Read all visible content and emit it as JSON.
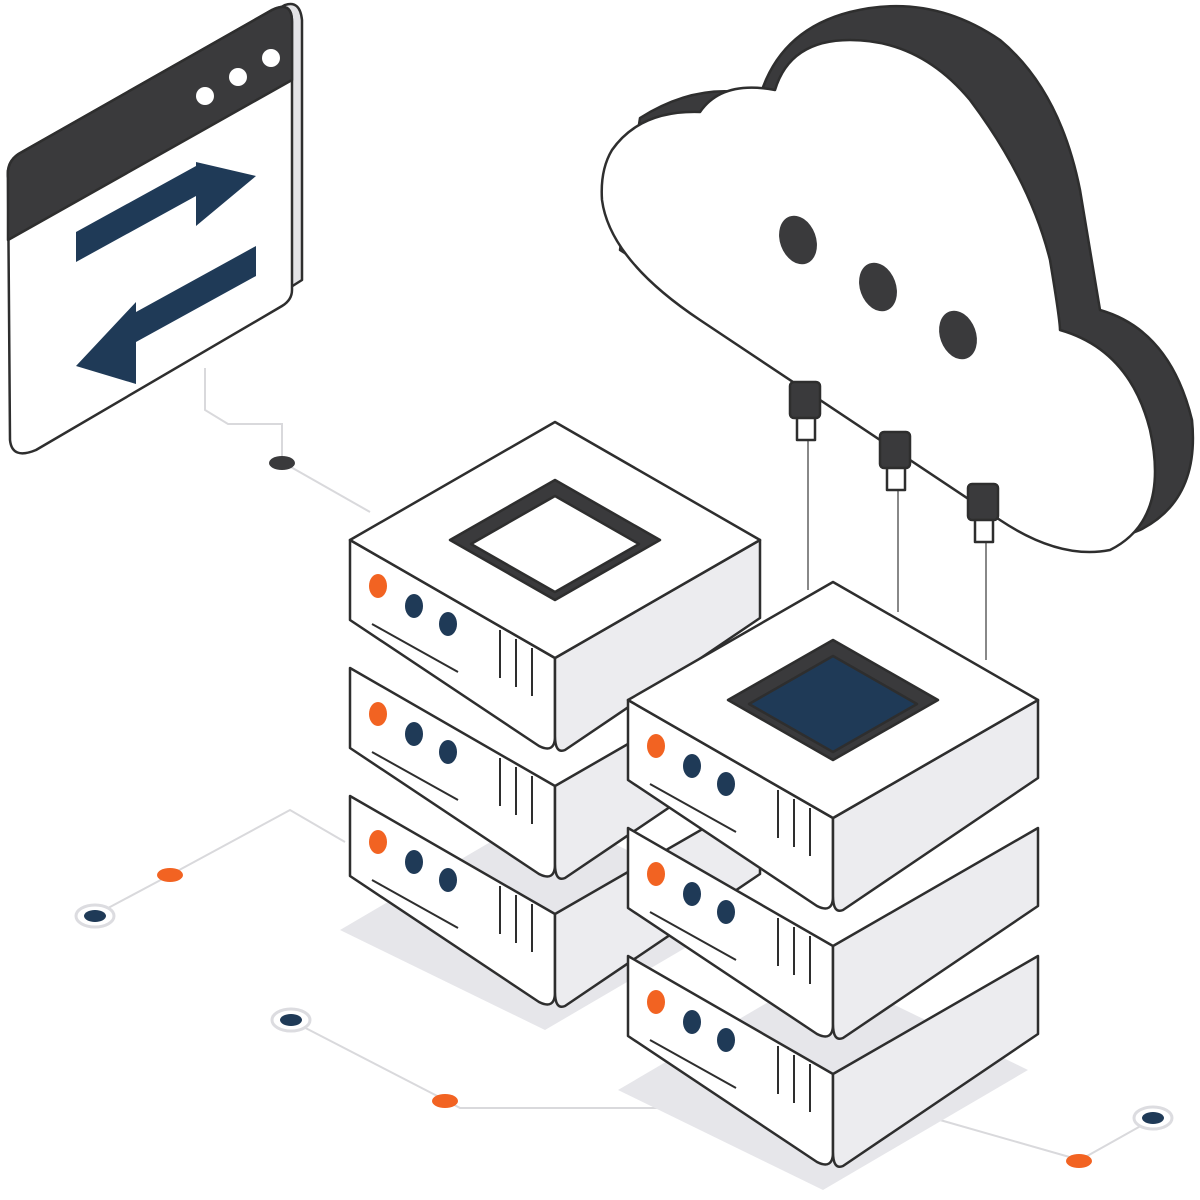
{
  "illustration": {
    "subject": [
      "transfer-window-icon",
      "cloud-icon",
      "server-stack-icon"
    ],
    "colors": {
      "outline": "#2e2e2e",
      "dark": "#3a3a3c",
      "navy": "#1f3a57",
      "orange": "#f26322",
      "face": "#ffffff",
      "side": "#ececef",
      "shadow": "#e6e6ea",
      "connector": "#d7d7da"
    },
    "server_stacks": [
      {
        "name": "left-server-stack",
        "units": 3,
        "top_slot": "open"
      },
      {
        "name": "right-server-stack",
        "units": 3,
        "top_slot": "navy"
      }
    ],
    "window": {
      "controls": 3,
      "content_icon": "swap-arrows-icon"
    },
    "cloud": {
      "indicator_dots": 3,
      "plugs": 3
    }
  }
}
